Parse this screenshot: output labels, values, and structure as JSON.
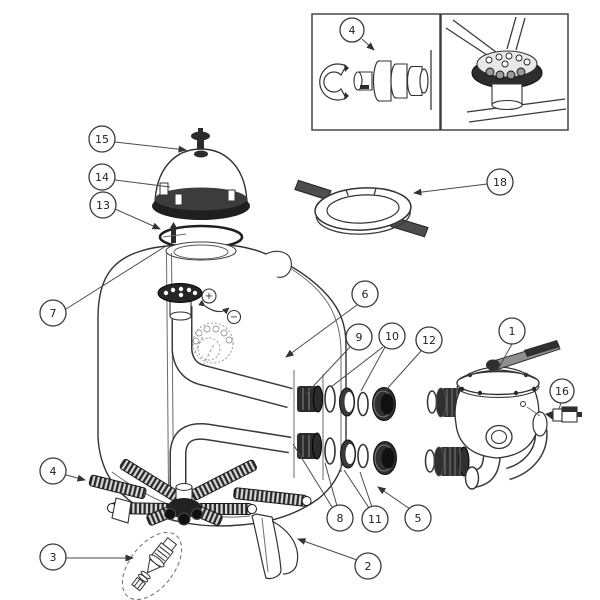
{
  "diagram": {
    "subject": "sand-filter-exploded-parts-diagram",
    "background": "#ffffff",
    "line_color": "#3a3a3a",
    "dark_fill": "#282828"
  },
  "icons": {
    "plus": "+",
    "minus": "−"
  },
  "callouts": [
    {
      "label": "15",
      "target": "air-relief-valve"
    },
    {
      "label": "14",
      "target": "dome-lid"
    },
    {
      "label": "13",
      "target": "lid-o-ring"
    },
    {
      "label": "7",
      "target": "diffuser-standpipe"
    },
    {
      "label": "4",
      "target": "lateral"
    },
    {
      "label": "3",
      "target": "drain-assembly"
    },
    {
      "label": "6",
      "target": "upper-internal-pipe"
    },
    {
      "label": "9",
      "target": "upper-port-gasket"
    },
    {
      "label": "10",
      "target": "upper-port-o-rings"
    },
    {
      "label": "12",
      "target": "upper-port-nut"
    },
    {
      "label": "1",
      "target": "multiport-valve"
    },
    {
      "label": "16",
      "target": "valve-drain-fitting"
    },
    {
      "label": "18",
      "target": "lid-wrench"
    },
    {
      "label": "8",
      "target": "lower-internal-pipe"
    },
    {
      "label": "11",
      "target": "lower-port-o-rings"
    },
    {
      "label": "5",
      "target": "lower-port-nut"
    },
    {
      "label": "2",
      "target": "tank-leg"
    },
    {
      "label": "4",
      "target": "lateral-fitting-detail"
    }
  ]
}
